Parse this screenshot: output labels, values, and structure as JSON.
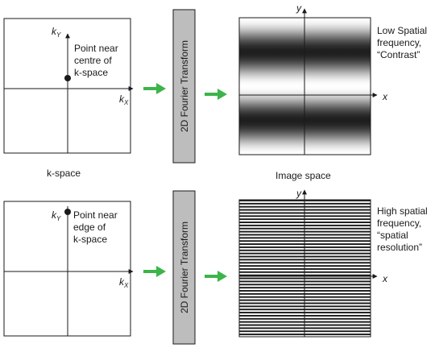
{
  "top": {
    "kspace_point_label": [
      "Point near",
      "centre of",
      "k-space"
    ],
    "transform_label": "2D Fourier Transform",
    "image_caption": [
      "Low Spatial",
      "frequency,",
      "“Contrast”"
    ],
    "section_label_left": "k-space",
    "section_label_right": "Image space",
    "stripes": 2
  },
  "bottom": {
    "kspace_point_label": [
      "Point near",
      "edge of",
      "k-space"
    ],
    "transform_label": "2D Fourier Transform",
    "image_caption": [
      "High spatial",
      "frequency,",
      "“spatial",
      "resolution”"
    ],
    "stripes": 44
  },
  "axes": {
    "kx_base": "k",
    "kx_sub": "X",
    "ky_base": "k",
    "ky_sub": "Y",
    "x": "x",
    "y": "y"
  },
  "colors": {
    "arrow": "#3bb54a",
    "transform_box": "#bdbdbd",
    "line": "#1a1a1a"
  }
}
